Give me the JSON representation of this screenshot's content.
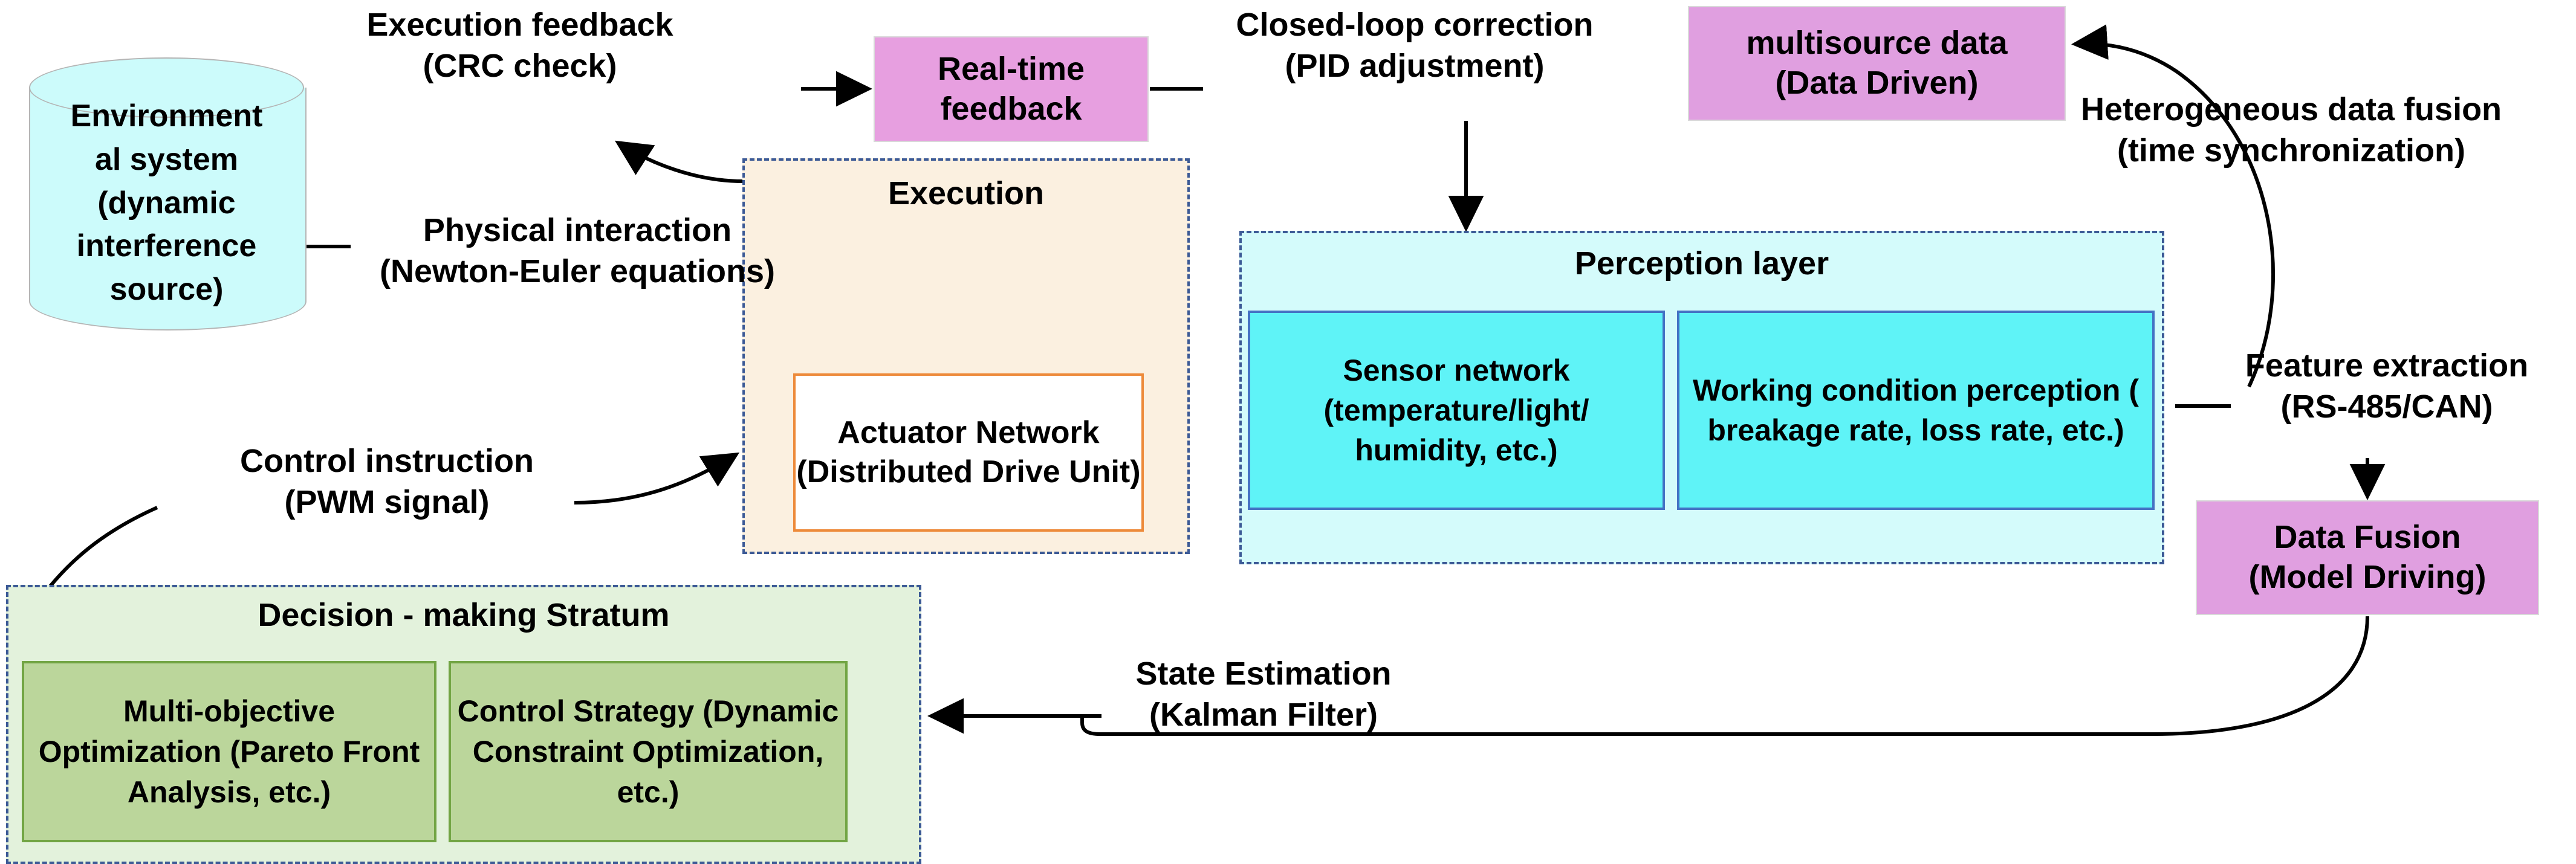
{
  "diagram": {
    "title": "Closed-loop perception-decision-execution architecture",
    "colors": {
      "pink_box": "#E09FE0",
      "cream_layer": "#FBF0E0",
      "orange_border": "#ED8A3A",
      "cyan_layer": "#D4FBFB",
      "cyan_box": "#5FF3F7",
      "blue_border": "#4472C4",
      "green_layer": "#E3F2DC",
      "green_box": "#BBD69B",
      "green_border": "#72A544",
      "dashed_border": "#3C5A96",
      "cylinder_fill": "#CCFBFB",
      "arrow": "#000000"
    }
  },
  "nodes": {
    "environment": {
      "shape": "cylinder",
      "lines": [
        "Environment",
        "al system",
        "(dynamic",
        "interference",
        "source)"
      ]
    },
    "realtime_feedback": {
      "lines": [
        "Real-time",
        "feedback"
      ]
    },
    "multisource_data": {
      "lines": [
        "multisource data",
        "(Data Driven)"
      ]
    },
    "data_fusion": {
      "lines": [
        "Data Fusion",
        "(Model Driving)"
      ]
    },
    "execution_layer": {
      "title": "Execution",
      "actuator_network": {
        "lines": [
          "Actuator Network",
          "(Distributed Drive",
          "Unit)"
        ]
      }
    },
    "perception_layer": {
      "title": "Perception layer",
      "boxes": [
        {
          "name": "sensor-network",
          "lines": [
            "Sensor network",
            "(temperature/light/",
            "humidity, etc.)"
          ]
        },
        {
          "name": "working-condition-perception",
          "lines": [
            "Working condition",
            "perception ( breakage",
            "rate, loss rate, etc.)"
          ]
        }
      ]
    },
    "decision_layer": {
      "title": "Decision - making Stratum",
      "boxes": [
        {
          "name": "multi-objective-optimization",
          "lines": [
            "Multi-objective",
            "Optimization (Pareto",
            "Front Analysis, etc.)"
          ]
        },
        {
          "name": "control-strategy",
          "lines": [
            "Control Strategy",
            "(Dynamic Constraint",
            "Optimization, etc.)"
          ]
        }
      ]
    }
  },
  "edge_labels": {
    "execution_feedback": [
      "Execution feedback",
      "(CRC check)"
    ],
    "closed_loop_correction": [
      "Closed-loop correction",
      "(PID adjustment)"
    ],
    "heterogeneous_data_fusion": [
      "Heterogeneous data fusion",
      "(time synchronization)"
    ],
    "physical_interaction": [
      "Physical interaction",
      "(Newton-Euler equations)"
    ],
    "feature_extraction": [
      "Feature extraction",
      "(RS-485/CAN)"
    ],
    "control_instruction": [
      "Control instruction",
      "(PWM signal)"
    ],
    "state_estimation": [
      "State Estimation",
      "(Kalman Filter)"
    ]
  }
}
